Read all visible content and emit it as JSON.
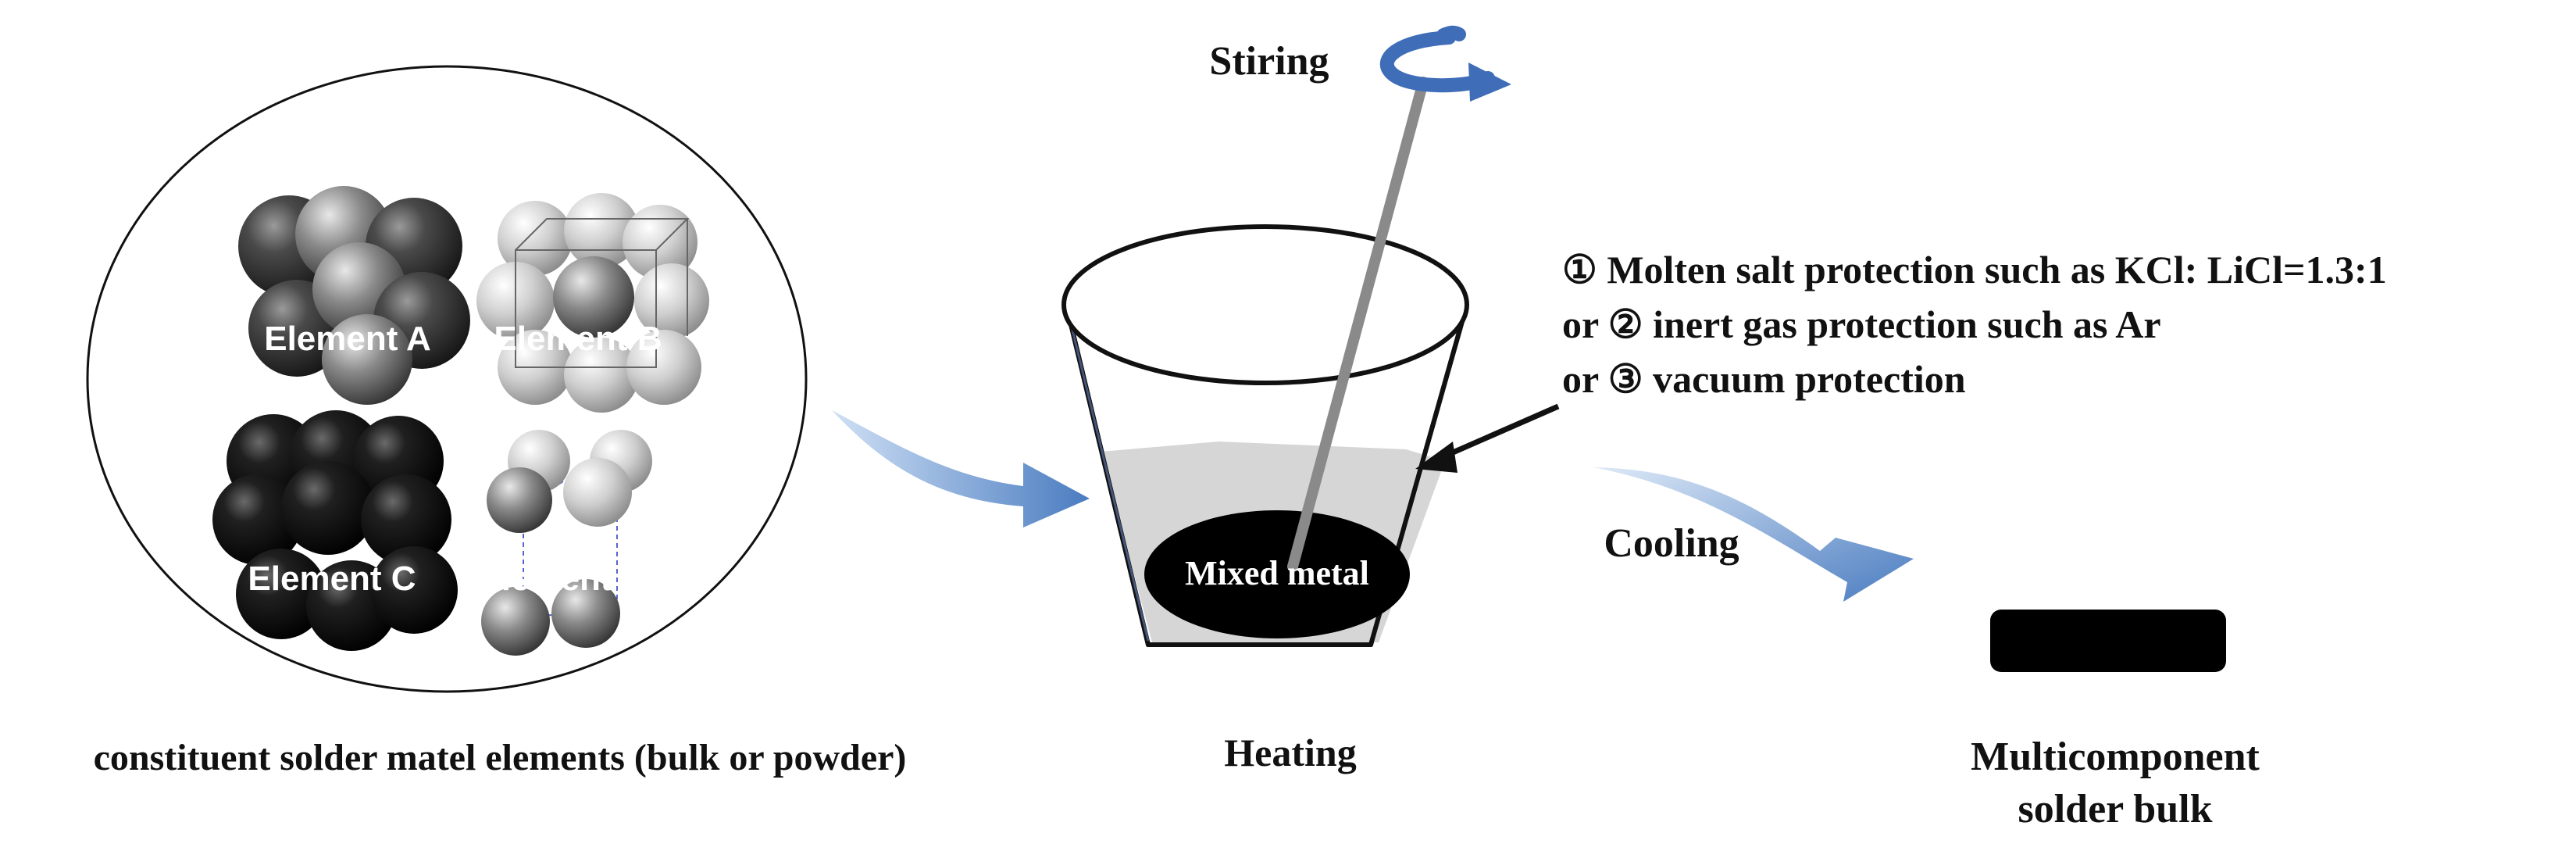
{
  "elements": {
    "a": "Element A",
    "b": "Element B",
    "c": "Element C",
    "d": "Element D"
  },
  "labels": {
    "constituent": "constituent solder matel elements (bulk or powder)",
    "heating": "Heating",
    "stiring": "Stiring",
    "mixed_metal": "Mixed metal",
    "cooling": "Cooling",
    "product_line1": "Multicomponent",
    "product_line2": "solder bulk"
  },
  "protection": {
    "line1": "① Molten salt protection such as KCl:  LiCl=1.3:1",
    "line2": "or ② inert gas protection such as Ar",
    "line3": "or ③ vacuum protection"
  },
  "colors": {
    "arrow_blue": "#4a7cc0",
    "salt_grey": "#d6d6d6",
    "melt_black": "#000000"
  }
}
